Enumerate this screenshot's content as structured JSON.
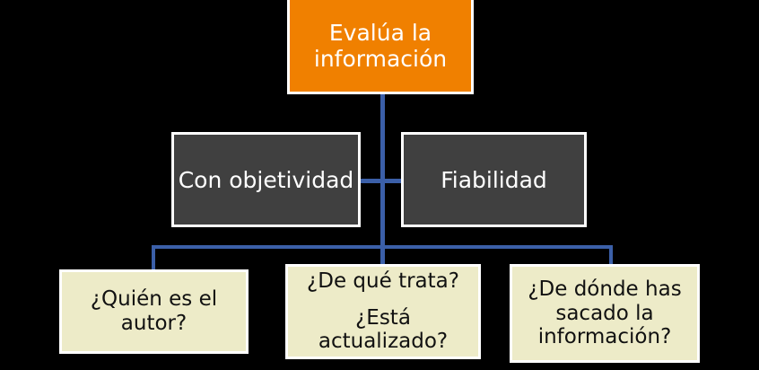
{
  "diagram": {
    "title_node": {
      "name": "evalua-la-informacion",
      "lines": [
        "Evalúa la",
        "información"
      ],
      "fill": "#F08000",
      "text_color": "#FFFFFF"
    },
    "middle_nodes": [
      {
        "name": "con-objetividad",
        "lines": [
          "Con objetividad"
        ],
        "fill": "#404040",
        "text_color": "#FFFFFF"
      },
      {
        "name": "fiabilidad",
        "lines": [
          "Fiabilidad"
        ],
        "fill": "#404040",
        "text_color": "#FFFFFF"
      }
    ],
    "leaf_nodes": [
      {
        "name": "quien-es-el-autor",
        "lines": [
          "¿Quién es el",
          "autor?"
        ],
        "fill": "#EDEBC8",
        "text_color": "#111111"
      },
      {
        "name": "de-que-trata-esta-actualizado",
        "lines": [
          "¿De qué trata?",
          "¿Está",
          "actualizado?"
        ],
        "fill": "#EDEBC8",
        "text_color": "#111111"
      },
      {
        "name": "de-donde-has-sacado-la-informacion",
        "lines": [
          "¿De dónde has",
          "sacado la",
          "información?"
        ],
        "fill": "#EDEBC8",
        "text_color": "#111111"
      }
    ],
    "connector_color": "#3B5FA8",
    "background_color": "#000000",
    "border_color": "#FFFFFF"
  }
}
